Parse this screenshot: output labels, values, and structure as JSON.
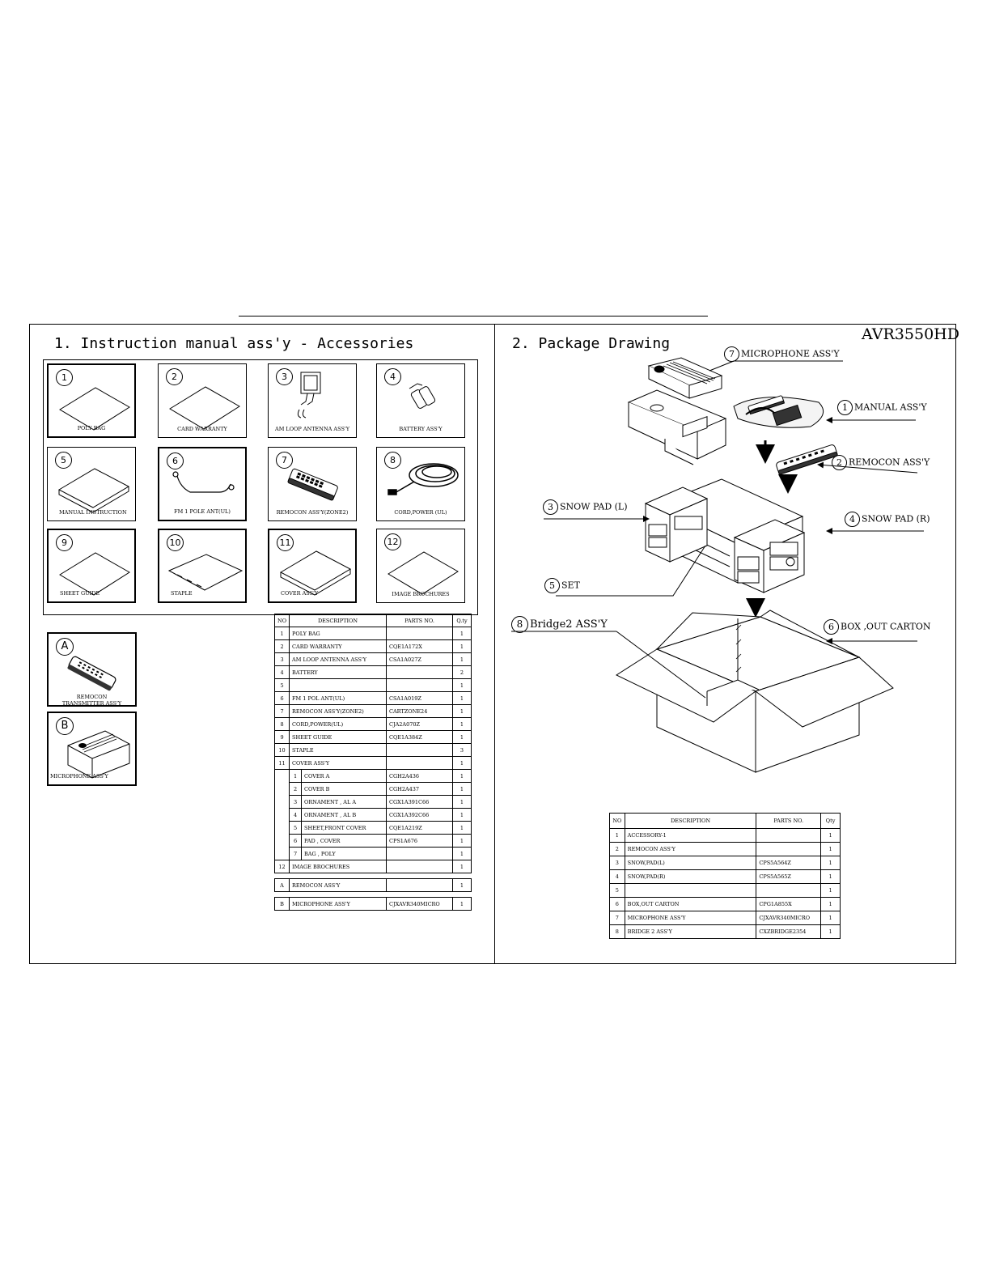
{
  "left_title": "1. Instruction manual ass'y - Accessories",
  "right_title": "2. Package Drawing",
  "model": "AVR3550HD",
  "accessories": [
    {
      "num": "1",
      "label": "POLY BAG"
    },
    {
      "num": "2",
      "label": "CARD WARRANTY"
    },
    {
      "num": "3",
      "label": "AM LOOP ANTENNA ASS'Y"
    },
    {
      "num": "4",
      "label": "BATTERY  ASS'Y"
    },
    {
      "num": "5",
      "label": "MANUAL  INSTRUCTION"
    },
    {
      "num": "6",
      "label": "FM 1 POLE ANT(UL)"
    },
    {
      "num": "7",
      "label": "REMOCON ASS'Y(ZONE2)"
    },
    {
      "num": "8",
      "label": "CORD,POWER (UL)"
    },
    {
      "num": "9",
      "label": "SHEET GUIDE"
    },
    {
      "num": "10",
      "label": "STAPLE"
    },
    {
      "num": "11",
      "label": "COVER ASS'Y"
    },
    {
      "num": "12",
      "label": "IMAGE BROCHURES"
    }
  ],
  "extras": [
    {
      "num": "A",
      "label": "REMOCON\nTRANSMITTER ASS'Y"
    },
    {
      "num": "B",
      "label": "MICROPHONE ASS'Y"
    }
  ],
  "acc_table": {
    "headers": [
      "NO",
      "DESCRIPTION",
      "PARTS NO.",
      "Q.ty"
    ],
    "rows": [
      {
        "no": "1",
        "desc": "POLY BAG",
        "part": "",
        "qty": "1"
      },
      {
        "no": "2",
        "desc": "CARD WARRANTY",
        "part": "CQE1A172X",
        "qty": "1"
      },
      {
        "no": "3",
        "desc": "AM LOOP ANTENNA ASS'Y",
        "part": "CSA1A027Z",
        "qty": "1"
      },
      {
        "no": "4",
        "desc": "BATTERY",
        "part": "",
        "qty": "2"
      },
      {
        "no": "5",
        "desc": "",
        "part": "",
        "qty": "1"
      },
      {
        "no": "6",
        "desc": "FM 1 POL ANT(UL)",
        "part": "CSA1A019Z",
        "qty": "1"
      },
      {
        "no": "7",
        "desc": "REMOCON ASS'Y(ZONE2)",
        "part": "CARTZONE24",
        "qty": "1"
      },
      {
        "no": "8",
        "desc": "CORD,POWER(UL)",
        "part": "CJA2A070Z",
        "qty": "1"
      },
      {
        "no": "9",
        "desc": "SHEET GUIDE",
        "part": "CQE1A384Z",
        "qty": "1"
      },
      {
        "no": "10",
        "desc": "STAPLE",
        "part": "",
        "qty": "3"
      },
      {
        "no": "11",
        "desc": "COVER ASS'Y",
        "part": "",
        "qty": "1"
      }
    ],
    "sub_rows": [
      {
        "no": "1",
        "desc": "COVER A",
        "part": "CGH2A436",
        "qty": "1"
      },
      {
        "no": "2",
        "desc": "COVER B",
        "part": "CGH2A437",
        "qty": "1"
      },
      {
        "no": "3",
        "desc": "ORNAMENT , AL A",
        "part": "CGX1A391C66",
        "qty": "1"
      },
      {
        "no": "4",
        "desc": "ORNAMENT , AL B",
        "part": "CGX1A392C66",
        "qty": "1"
      },
      {
        "no": "5",
        "desc": "SHEET,FRONT COVER",
        "part": "CQE1A219Z",
        "qty": "1"
      },
      {
        "no": "6",
        "desc": "PAD , COVER",
        "part": "CPS1A676",
        "qty": "1"
      },
      {
        "no": "7",
        "desc": "BAG , POLY",
        "part": "",
        "qty": "1"
      }
    ],
    "last_row": {
      "no": "12",
      "desc": "IMAGE BROCHURES",
      "part": "",
      "qty": "1"
    },
    "row_a": {
      "no": "A",
      "desc": "REMOCON ASS'Y",
      "part": "",
      "qty": "1"
    },
    "row_b": {
      "no": "B",
      "desc": "MICROPHONE ASS'Y",
      "part": "CJXAVR340MICRO",
      "qty": "1"
    }
  },
  "callouts": [
    {
      "num": "7",
      "label": "MICROPHONE ASS'Y"
    },
    {
      "num": "1",
      "label": "MANUAL ASS'Y"
    },
    {
      "num": "2",
      "label": "REMOCON ASS'Y"
    },
    {
      "num": "3",
      "label": "SNOW PAD (L)"
    },
    {
      "num": "4",
      "label": "SNOW PAD (R)"
    },
    {
      "num": "5",
      "label": "SET"
    },
    {
      "num": "8",
      "label": "Bridge2 ASS'Y"
    },
    {
      "num": "6",
      "label": "BOX ,OUT CARTON"
    }
  ],
  "pkg_table": {
    "headers": [
      "NO",
      "DESCRIPTION",
      "PARTS NO.",
      "Qty"
    ],
    "rows": [
      {
        "no": "1",
        "desc": "ACCESSORY-1",
        "part": "",
        "qty": "1"
      },
      {
        "no": "2",
        "desc": "REMOCON ASS'Y",
        "part": "",
        "qty": "1"
      },
      {
        "no": "3",
        "desc": "SNOW,PAD(L)",
        "part": "CPS5A564Z",
        "qty": "1"
      },
      {
        "no": "4",
        "desc": "SNOW,PAD(R)",
        "part": "CPS5A565Z",
        "qty": "1"
      },
      {
        "no": "5",
        "desc": "",
        "part": "",
        "qty": "1"
      },
      {
        "no": "6",
        "desc": "BOX,OUT CARTON",
        "part": "CPG1A855X",
        "qty": "1"
      },
      {
        "no": "7",
        "desc": "MICROPHONE ASS'Y",
        "part": "CJXAVR340MICRO",
        "qty": "1"
      },
      {
        "no": "8",
        "desc": "BRIDGE 2  ASS'Y",
        "part": "CXZBRIDGE2354",
        "qty": "1"
      }
    ]
  }
}
